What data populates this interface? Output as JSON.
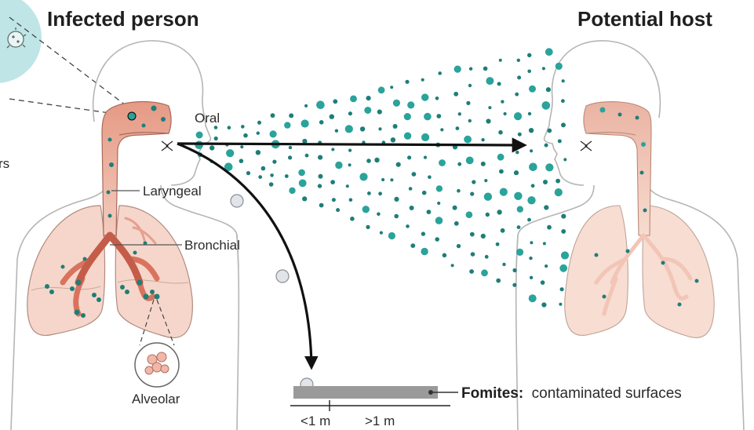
{
  "titles": {
    "left": "Infected person",
    "right": "Potential host"
  },
  "labels": {
    "oral": "Oral",
    "laryngeal": "Laryngeal",
    "bronchial": "Bronchial",
    "alveolar": "Alveolar",
    "cropped": "rs"
  },
  "fomites": {
    "bold": "Fomites:",
    "text": "contaminated surfaces"
  },
  "distance": {
    "near": "<1 m",
    "far": ">1 m"
  },
  "colors": {
    "droplet": "#2aa39b",
    "droplet_dark": "#1e7e78",
    "airway": "#e59f8c",
    "lung_fill": "#f6d6ca",
    "large_droplet": "#e1e5ea",
    "surface": "#9a9a9a",
    "virus_bubble": "#bfe5e6"
  }
}
